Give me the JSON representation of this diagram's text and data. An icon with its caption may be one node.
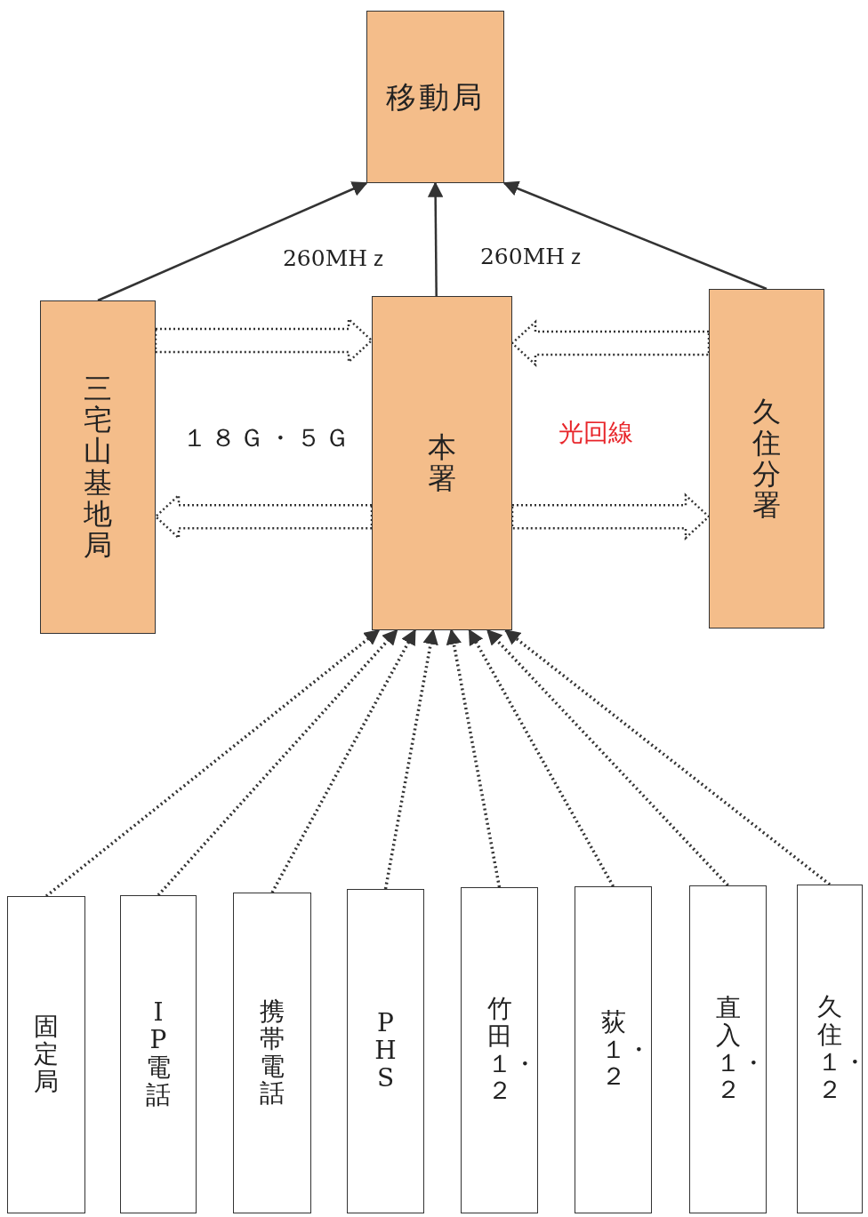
{
  "diagram": {
    "nodes": [
      {
        "text": [
          "移動局"
        ]
      },
      {
        "text": [
          "三宅山基地局"
        ]
      },
      {
        "text": [
          "本署"
        ]
      },
      {
        "text": [
          "久住分署"
        ]
      },
      {
        "text": [
          "固定局"
        ]
      },
      {
        "text": [
          "IP電話"
        ]
      },
      {
        "text": [
          "携帯電話"
        ]
      },
      {
        "text": [
          "PHS"
        ]
      },
      {
        "text": [
          "竹田１・２"
        ]
      },
      {
        "text": [
          "荻１・２"
        ]
      },
      {
        "text": [
          "直入１・２"
        ]
      },
      {
        "text": [
          "久住１・２"
        ]
      }
    ],
    "edges": [
      {
        "from": 1,
        "to": 0,
        "arrow": "to",
        "label": "260MHｚ"
      },
      {
        "from": 2,
        "to": 0,
        "arrow": "to"
      },
      {
        "from": 3,
        "to": 0,
        "arrow": "to",
        "label": "260MHｚ"
      },
      {
        "from": 1,
        "to": 2,
        "arrow": "to",
        "style": "dashed"
      },
      {
        "from": 2,
        "to": 1,
        "arrow": "to",
        "style": "dashed"
      },
      {
        "from": 3,
        "to": 2,
        "arrow": "to",
        "style": "dashed"
      },
      {
        "from": 2,
        "to": 3,
        "arrow": "to",
        "style": "dashed"
      },
      {
        "from": 4,
        "to": 2,
        "arrow": "to",
        "style": "dashed"
      },
      {
        "from": 5,
        "to": 2,
        "arrow": "to",
        "style": "dashed"
      },
      {
        "from": 6,
        "to": 2,
        "arrow": "to",
        "style": "dashed"
      },
      {
        "from": 7,
        "to": 2,
        "arrow": "to",
        "style": "dashed"
      },
      {
        "from": 8,
        "to": 2,
        "arrow": "to",
        "style": "dashed"
      },
      {
        "from": 9,
        "to": 2,
        "arrow": "to",
        "style": "dashed"
      },
      {
        "from": 10,
        "to": 2,
        "arrow": "to",
        "style": "dashed"
      },
      {
        "from": 11,
        "to": 2,
        "arrow": "to",
        "style": "dashed"
      }
    ],
    "labels": [
      "１８Ｇ・５Ｇ",
      "光回線"
    ]
  }
}
